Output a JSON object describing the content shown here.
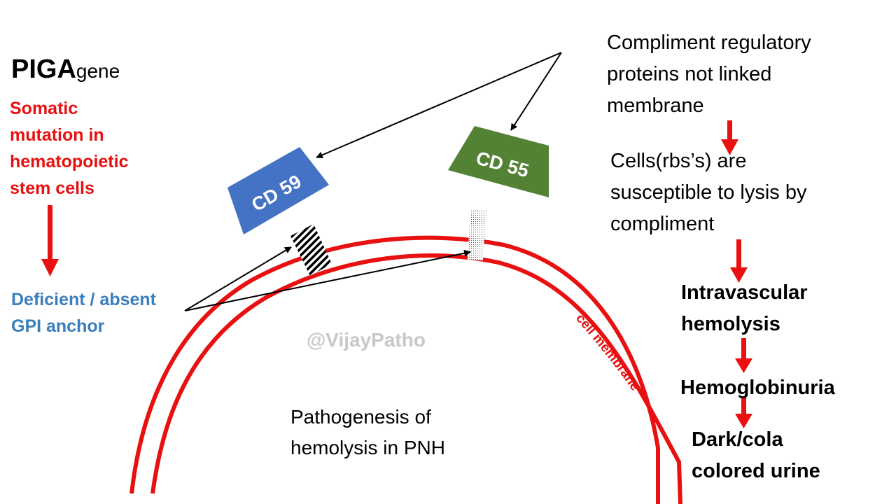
{
  "left": {
    "gene_name": "PIGA",
    "gene_suffix": "gene",
    "mutation_lines": [
      "Somatic",
      "mutation in",
      "hematopoietic",
      "stem cells"
    ],
    "anchor_lines": [
      "Deficient / absent",
      "GPI anchor"
    ]
  },
  "proteins": {
    "cd59": "CD 59",
    "cd55": "CD 55"
  },
  "membrane_label": "cell membrane",
  "watermark": "@VijayPatho",
  "caption_lines": [
    "Pathogenesis  of",
    "hemolysis in PNH"
  ],
  "right": {
    "regulatory_lines": [
      "Compliment regulatory",
      "proteins  not linked",
      "membrane"
    ],
    "susceptible_lines": [
      "Cells(rbs’s)  are",
      "susceptible  to lysis by",
      "compliment"
    ],
    "intravascular_lines": [
      "Intravascular",
      "hemolysis"
    ],
    "hemoglobinuria": "Hemoglobinuria",
    "urine_lines": [
      "Dark/cola",
      "colored urine"
    ]
  },
  "colors": {
    "red": "#e81010",
    "blue_text": "#3a7ebd",
    "cd59_fill": "#4472c4",
    "cd55_fill": "#548235"
  }
}
